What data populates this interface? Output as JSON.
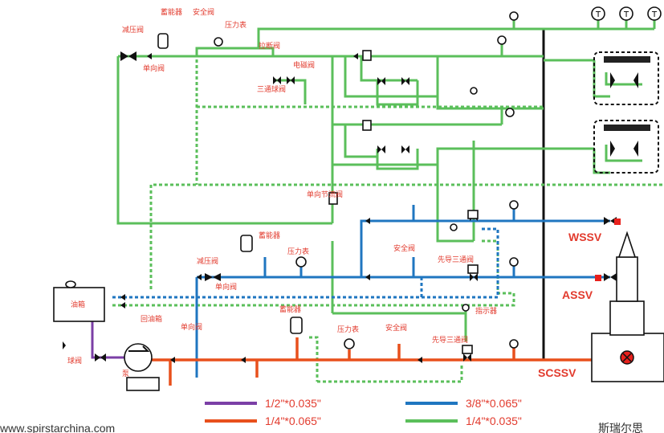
{
  "labels": {
    "pressure_reducer_top": "减压阀",
    "accumulator_top": "蓄能器",
    "safety_valve_top": "安全阀",
    "pressure_gauge_top": "压力表",
    "check_valve_top": "单向阀",
    "pull_valve": "拉断阀",
    "solenoid_valve": "电磁阀",
    "three_way_ball_valve": "三通球阀",
    "check_throttle_valve": "单向节流阀",
    "accumulator_mid": "蓄能器",
    "pressure_reducer_mid": "减压阀",
    "pressure_gauge_mid": "压力表",
    "check_valve_mid": "单向阀",
    "safety_valve_mid": "安全阀",
    "pilot_three_way_mid": "先导三通阀",
    "oil_tank": "油箱",
    "return_oil_tank": "回油箱",
    "check_valve_low": "单向阀",
    "accumulator_low": "蓄能器",
    "pressure_gauge_low": "压力表",
    "safety_valve_low": "安全阀",
    "pilot_three_way_low": "先导三通阀",
    "indicator": "指示器",
    "ball_valve": "球阀",
    "pump": "泵",
    "wssv": "WSSV",
    "assv": "ASSV",
    "scssv": "SCSSV"
  },
  "legend": [
    {
      "text": "1/2\"*0.035\"",
      "color": "#7b3fa6"
    },
    {
      "text": "1/4\"*0.065\"",
      "color": "#e8501c"
    },
    {
      "text": "3/8\"*0.065\"",
      "color": "#1f76c0"
    },
    {
      "text": "1/4\"*0.035\"",
      "color": "#5bbf5b"
    }
  ],
  "footer": {
    "website": "www.spirstarchina.com",
    "brand": "斯瑞尔思"
  },
  "icons": {
    "temperature": "T",
    "pump": "pump-icon",
    "valve": "valve-icon"
  },
  "colors": {
    "green_line": "#5bbf5b",
    "blue_line": "#1f76c0",
    "orange_line": "#e8501c",
    "purple_line": "#7b3fa6",
    "label_red": "#e23b2e"
  }
}
